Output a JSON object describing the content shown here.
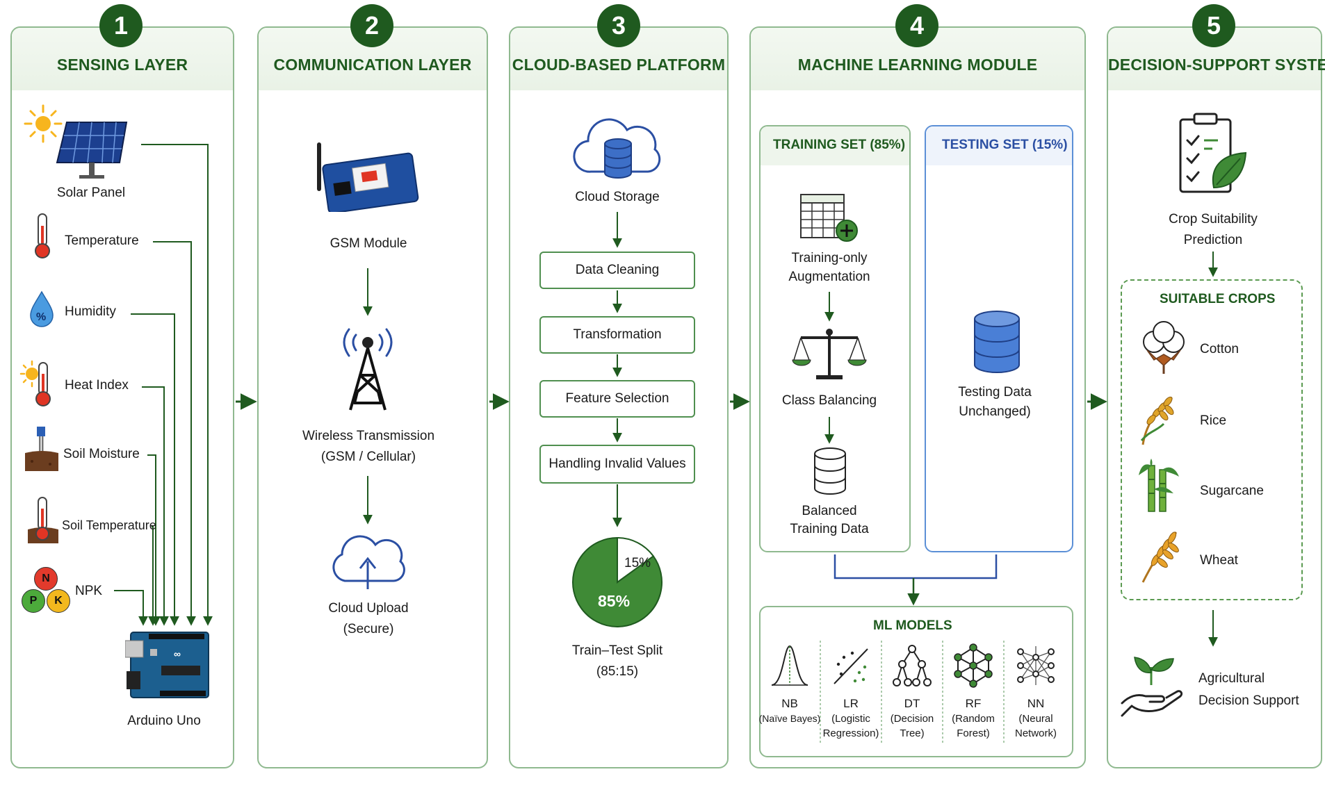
{
  "layers": [
    {
      "num": "1",
      "title": "SENSING LAYER"
    },
    {
      "num": "2",
      "title": "COMMUNICATION LAYER"
    },
    {
      "num": "3",
      "title": "CLOUD-BASED PLATFORM"
    },
    {
      "num": "4",
      "title": "MACHINE LEARNING MODULE"
    },
    {
      "num": "5",
      "title": "DECISION-SUPPORT SYSTEM"
    }
  ],
  "sensing": {
    "solar": "Solar Panel",
    "temperature": "Temperature",
    "humidity": "Humidity",
    "heat_index": "Heat Index",
    "soil_moisture": "Soil Moisture",
    "soil_temperature": "Soil Temperature",
    "npk": "NPK",
    "npk_n": "N",
    "npk_p": "P",
    "npk_k": "K",
    "humidity_symbol": "%",
    "arduino": "Arduino Uno"
  },
  "communication": {
    "gsm": "GSM Module",
    "wireless_1": "Wireless Transmission",
    "wireless_2": "(GSM / Cellular)",
    "upload_1": "Cloud Upload",
    "upload_2": "(Secure)"
  },
  "cloud": {
    "storage": "Cloud Storage",
    "steps": [
      "Data Cleaning",
      "Transformation",
      "Feature Selection",
      "Handling Invalid Values"
    ],
    "split_1": "Train–Test Split",
    "split_2": "(85:15)",
    "pie_train_label": "85%",
    "pie_test_label": "15%",
    "pie_train": 85,
    "pie_test": 15,
    "pie_colors": {
      "train": "#3f8a36",
      "test": "#ffffff"
    }
  },
  "ml": {
    "training_title": "TRAINING SET (85%)",
    "testing_title": "TESTING SET (15%)",
    "aug_1": "Training-only",
    "aug_2": "Augmentation",
    "balancing": "Class Balancing",
    "balanced_1": "Balanced",
    "balanced_2": "Training Data",
    "testing_1": "Testing Data",
    "testing_2": "Unchanged)",
    "models_title": "ML MODELS",
    "models": [
      {
        "abbr": "NB",
        "l1": "(Naïve Bayes)",
        "l2": ""
      },
      {
        "abbr": "LR",
        "l1": "(Logistic",
        "l2": "Regression)"
      },
      {
        "abbr": "DT",
        "l1": "(Decision",
        "l2": "Tree)"
      },
      {
        "abbr": "RF",
        "l1": "(Random",
        "l2": "Forest)"
      },
      {
        "abbr": "NN",
        "l1": "(Neural",
        "l2": "Network)"
      }
    ]
  },
  "decision": {
    "pred_1": "Crop Suitability",
    "pred_2": "Prediction",
    "suitable_title": "SUITABLE CROPS",
    "crops": [
      "Cotton",
      "Rice",
      "Sugarcane",
      "Wheat"
    ],
    "support_1": "Agricultural",
    "support_2": "Decision Support"
  },
  "colors": {
    "primary_green": "#1f5a1f",
    "accent_green": "#3f8a36",
    "blue": "#2b4fa3",
    "light_blue": "#5b8fd6"
  }
}
